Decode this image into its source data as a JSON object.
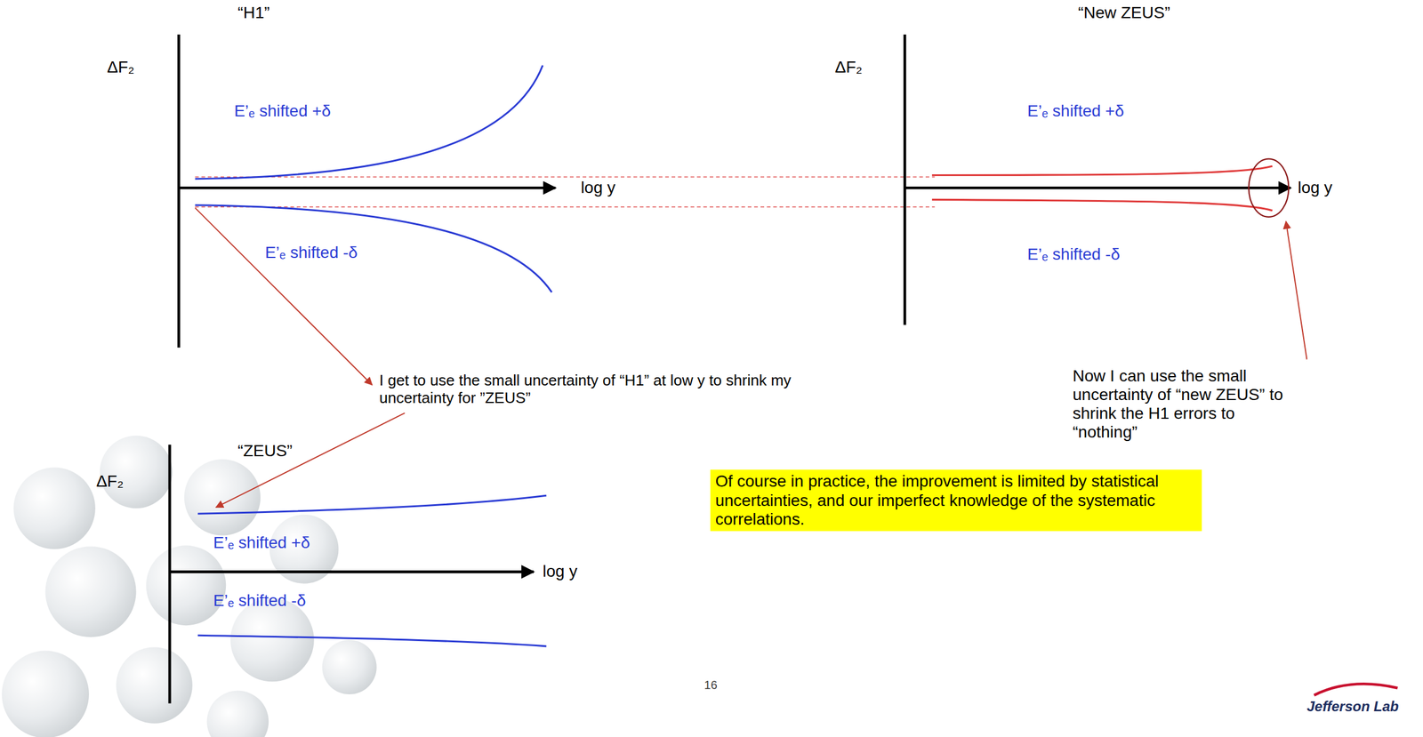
{
  "diagram": {
    "nodes": [
      {
        "text": [
          "Of course in practice, the improvement is limited by statistical uncertainties, and our imperfect knowledge of the systematic correlations."
        ]
      }
    ],
    "labels": [
      "“H1”",
      "“New ZEUS”",
      "ΔF₂",
      "ΔF₂",
      "E’ₑ shifted +δ",
      "E’ₑ shifted +δ",
      "log y",
      "log y",
      "E’ₑ shifted -δ",
      "E’ₑ shifted -δ",
      "I get to use the small uncertainty of “H1” at low y to shrink my uncertainty for ”ZEUS”",
      "“ZEUS”",
      "Now I can use the small uncertainty of “new ZEUS” to shrink the H1 errors to “nothing”",
      "ΔF₂",
      "E’ₑ shifted +δ",
      "log y",
      "E’ₑ shifted -δ",
      "16",
      "Jefferson Lab"
    ]
  }
}
